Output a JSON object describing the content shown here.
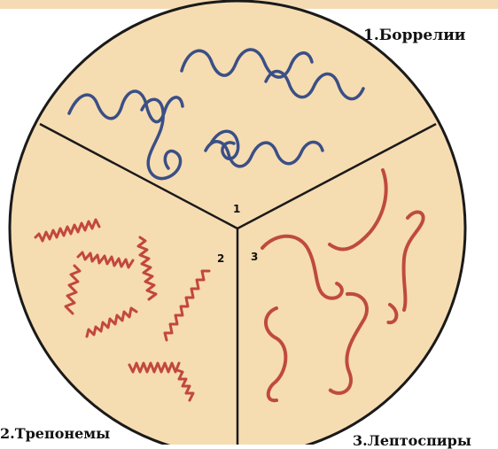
{
  "labels": {
    "sector1": "1.Боррелии",
    "sector2": "2.Трепонемы",
    "sector3": "3.Лептоспиры"
  },
  "numbers": {
    "one": "1",
    "two": "2",
    "three": "3"
  },
  "colors": {
    "plate_fill": "#f6dcb1",
    "plate_border": "#1a1a1a",
    "borrelia": "#3a4f86",
    "treponema": "#c2473c",
    "leptospira": "#bf4a3e"
  }
}
